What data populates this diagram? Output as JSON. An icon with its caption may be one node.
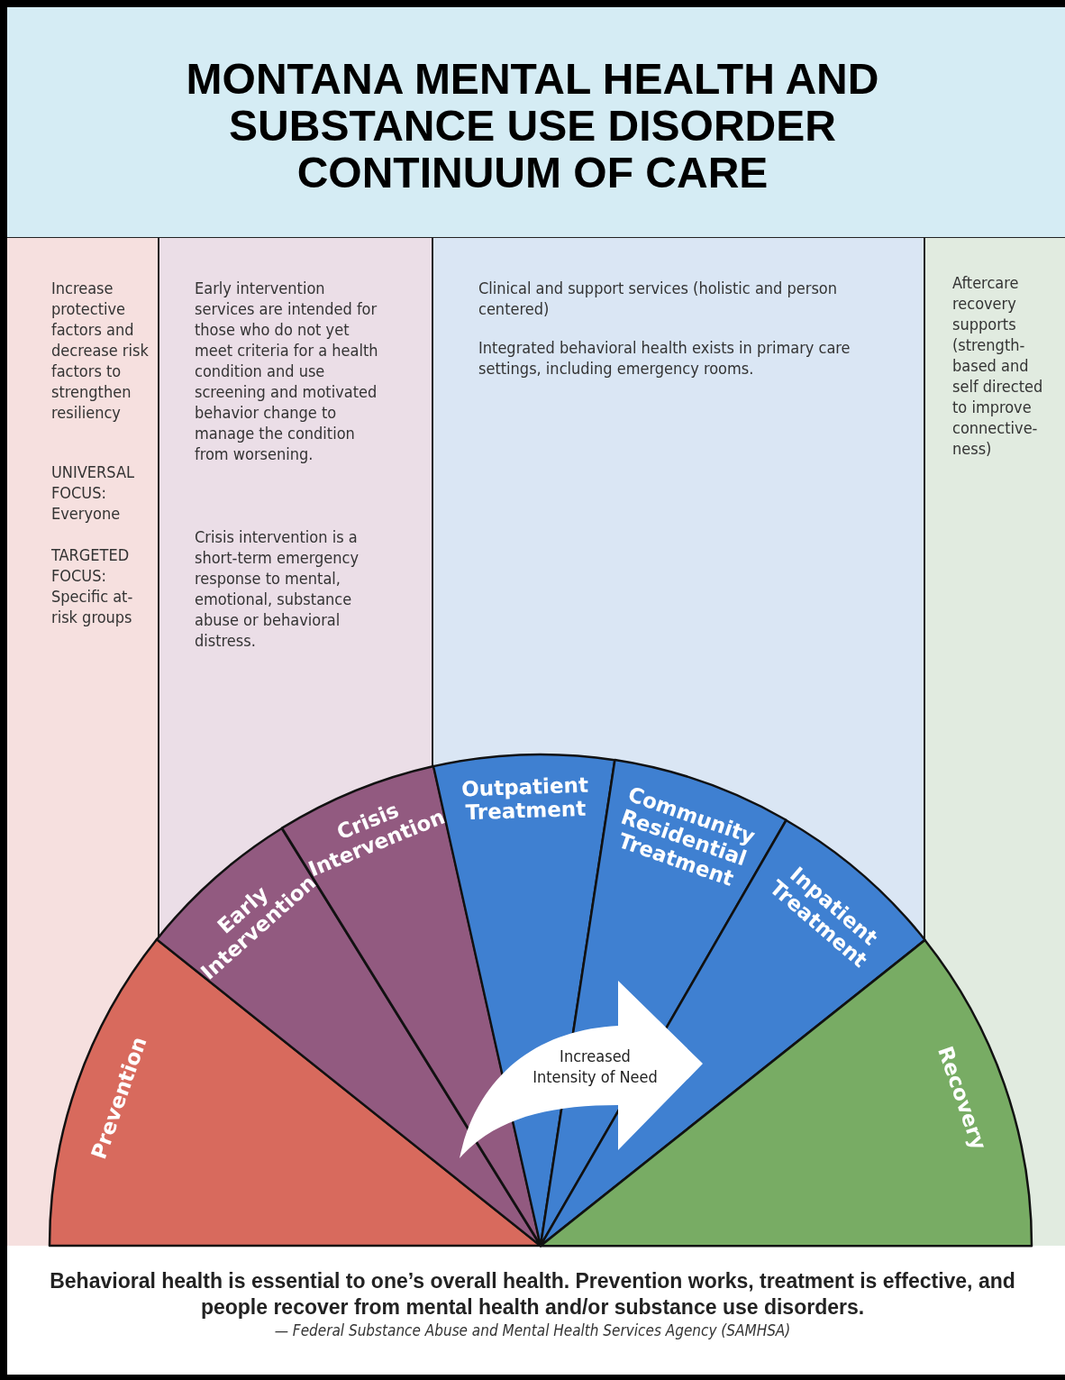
{
  "diagram": {
    "title": "MONTANA MENTAL HEALTH AND SUBSTANCE USE DISORDER CONTINUUM OF CARE",
    "caption": "Behavioral health is essential to one’s overall health.  Prevention works, treatment is effective, and people recover from mental health and/or substance use disorders.",
    "nodes": [
      {
        "text": [
          "Increase protective factors and decrease risk factors to strengthen resiliency",
          "UNIVERSAL FOCUS: Everyone",
          "TARGETED FOCUS: Specific at-risk groups"
        ]
      },
      {
        "text": [
          "Early intervention services are intended for those who do not yet meet criteria for a health condition and use screening and motivated behavior change to manage the condition from worsening.",
          "Crisis intervention is a short-term emergency response to mental, emotional, substance abuse or behavioral distress."
        ]
      },
      {
        "text": [
          "Clinical and support services (holistic and person centered)",
          "Integrated behavioral health exists in primary care settings, including emergency rooms."
        ]
      },
      {
        "text": [
          "Aftercare recovery supports (strength-based and self directed to improve connective-ness)"
        ]
      },
      {
        "text": [
          "Prevention"
        ]
      },
      {
        "text": [
          "Early Intervention"
        ]
      },
      {
        "text": [
          "Crisis Intervention"
        ]
      },
      {
        "text": [
          "Outpatient Treatment"
        ]
      },
      {
        "text": [
          "Community Residential Treatment"
        ]
      },
      {
        "text": [
          "Inpatient Treatment"
        ]
      },
      {
        "text": [
          "Recovery"
        ]
      }
    ],
    "edges": [],
    "labels": [
      "Increased Intensity of Need",
      "— Federal Substance Abuse and Mental Health Services Agency (SAMHSA)"
    ]
  }
}
